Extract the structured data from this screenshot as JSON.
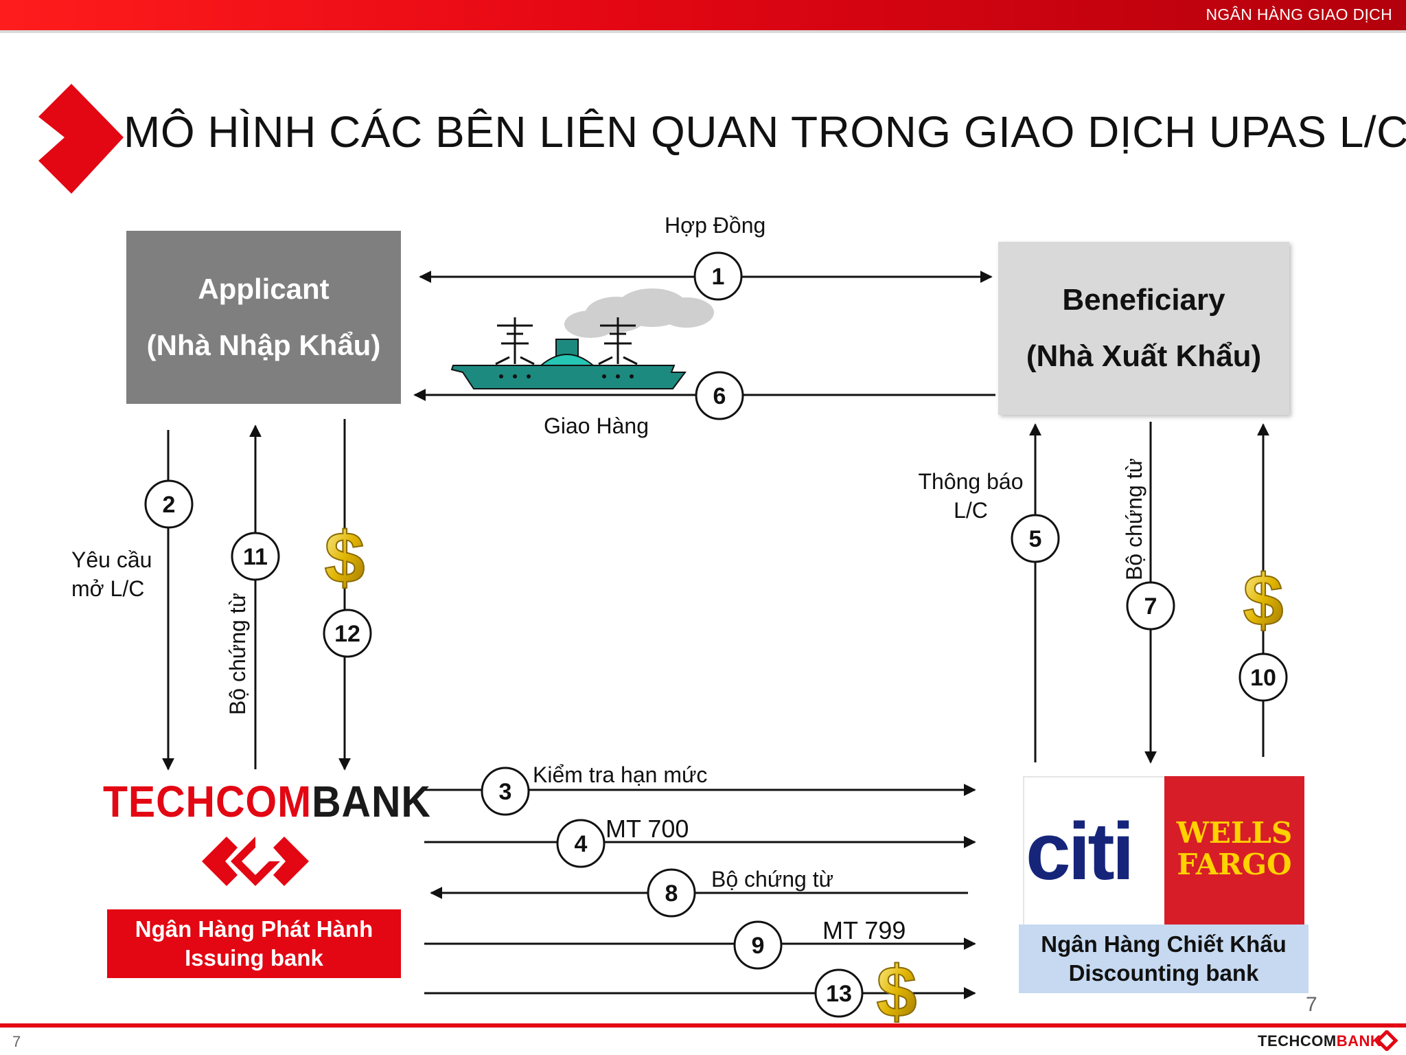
{
  "header": {
    "label": "NGÂN HÀNG GIAO DỊCH"
  },
  "title": "MÔ HÌNH CÁC BÊN LIÊN QUAN TRONG GIAO DỊCH UPAS L/C",
  "applicant": {
    "line1": "Applicant",
    "line2": "(Nhà Nhập Khẩu)"
  },
  "beneficiary": {
    "line1": "Beneficiary",
    "line2": "(Nhà Xuất Khẩu)"
  },
  "labels": {
    "contract": "Hợp Đồng",
    "delivery": "Giao Hàng",
    "lc_request_1": "Yêu cầu",
    "lc_request_2": "mở L/C",
    "documents": "Bộ chứng từ",
    "lc_notice_1": "Thông báo",
    "lc_notice_2": "L/C",
    "limit_check": "Kiểm tra hạn mức",
    "mt700": "MT 700",
    "mt799": "MT 799"
  },
  "steps": [
    "1",
    "2",
    "3",
    "4",
    "5",
    "6",
    "7",
    "8",
    "9",
    "10",
    "11",
    "12",
    "13"
  ],
  "issuing_bank": {
    "logo_word_red": "TECHCOM",
    "logo_word_black": "BANK",
    "line1": "Ngân Hàng Phát Hành",
    "line2": "Issuing bank"
  },
  "discounting_bank": {
    "citi": "citi",
    "wf_line1": "WELLS",
    "wf_line2": "FARGO",
    "line1": "Ngân Hàng Chiết Khấu",
    "line2": "Discounting bank"
  },
  "page_number": "7",
  "footer": {
    "page_number": "7",
    "logo_black": "TECHCOM",
    "logo_red": "BANK"
  },
  "colors": {
    "brand_red": "#e30613",
    "ship_teal": "#1d8a80",
    "applicant_gray": "#7f7f7f",
    "beneficiary_gray": "#d9d9d9",
    "discount_blue": "#c6d9f1",
    "citi_blue": "#16257a",
    "wells_red": "#d71e28",
    "wells_gold": "#ffd200",
    "dollar_gold": "#d4a900"
  }
}
